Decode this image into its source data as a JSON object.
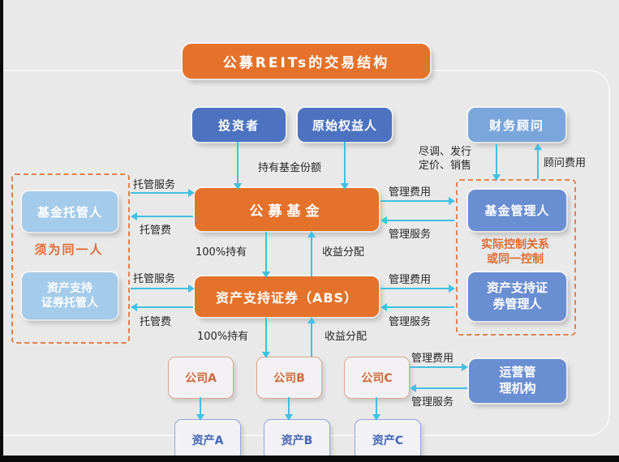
{
  "title": "公募REITs的交易结构",
  "nodes": {
    "investors": "投资者",
    "original_equity_holder": "原始权益人",
    "financial_advisor": "财务顾问",
    "public_fund": "公募基金",
    "abs": "资产支持证券（ABS）",
    "fund_custodian": "基金托管人",
    "abs_custodian_line1": "资产支持",
    "abs_custodian_line2": "证券托管人",
    "fund_manager": "基金管理人",
    "abs_manager_line1": "资产支持证",
    "abs_manager_line2": "券管理人",
    "operations_manager_line1": "运营管",
    "operations_manager_line2": "理机构",
    "companies": [
      "公司A",
      "公司B",
      "公司C"
    ],
    "assets": [
      "资产A",
      "资产B",
      "资产C"
    ]
  },
  "notes": {
    "same_person": "须为同一人",
    "control_relation_line1": "实际控制关系",
    "control_relation_line2": "或同一控制"
  },
  "edge_labels": {
    "hold_fund_shares": "持有基金份额",
    "custody_service": "托管服务",
    "custody_fee": "托管费",
    "management_fee": "管理费用",
    "management_service": "管理服务",
    "full_ownership": "100%持有",
    "income_distribution": "收益分配",
    "due_diligence_line1": "尽调、发行",
    "due_diligence_line2": "定价、销售",
    "advisory_fee": "顾问费用"
  },
  "colors": {
    "accent_orange": "#e5722a",
    "blue_dark": "#4d73c0",
    "blue_mid": "#6a8ed2",
    "blue_light": "#7ba6dc",
    "blue_pale": "#a4cbe9",
    "arrow_cyan": "#41c0e2",
    "dashed_orange": "#e08152",
    "company_text": "#cf6a3a",
    "asset_text": "#4766b4",
    "background": "#e9e9e9"
  }
}
